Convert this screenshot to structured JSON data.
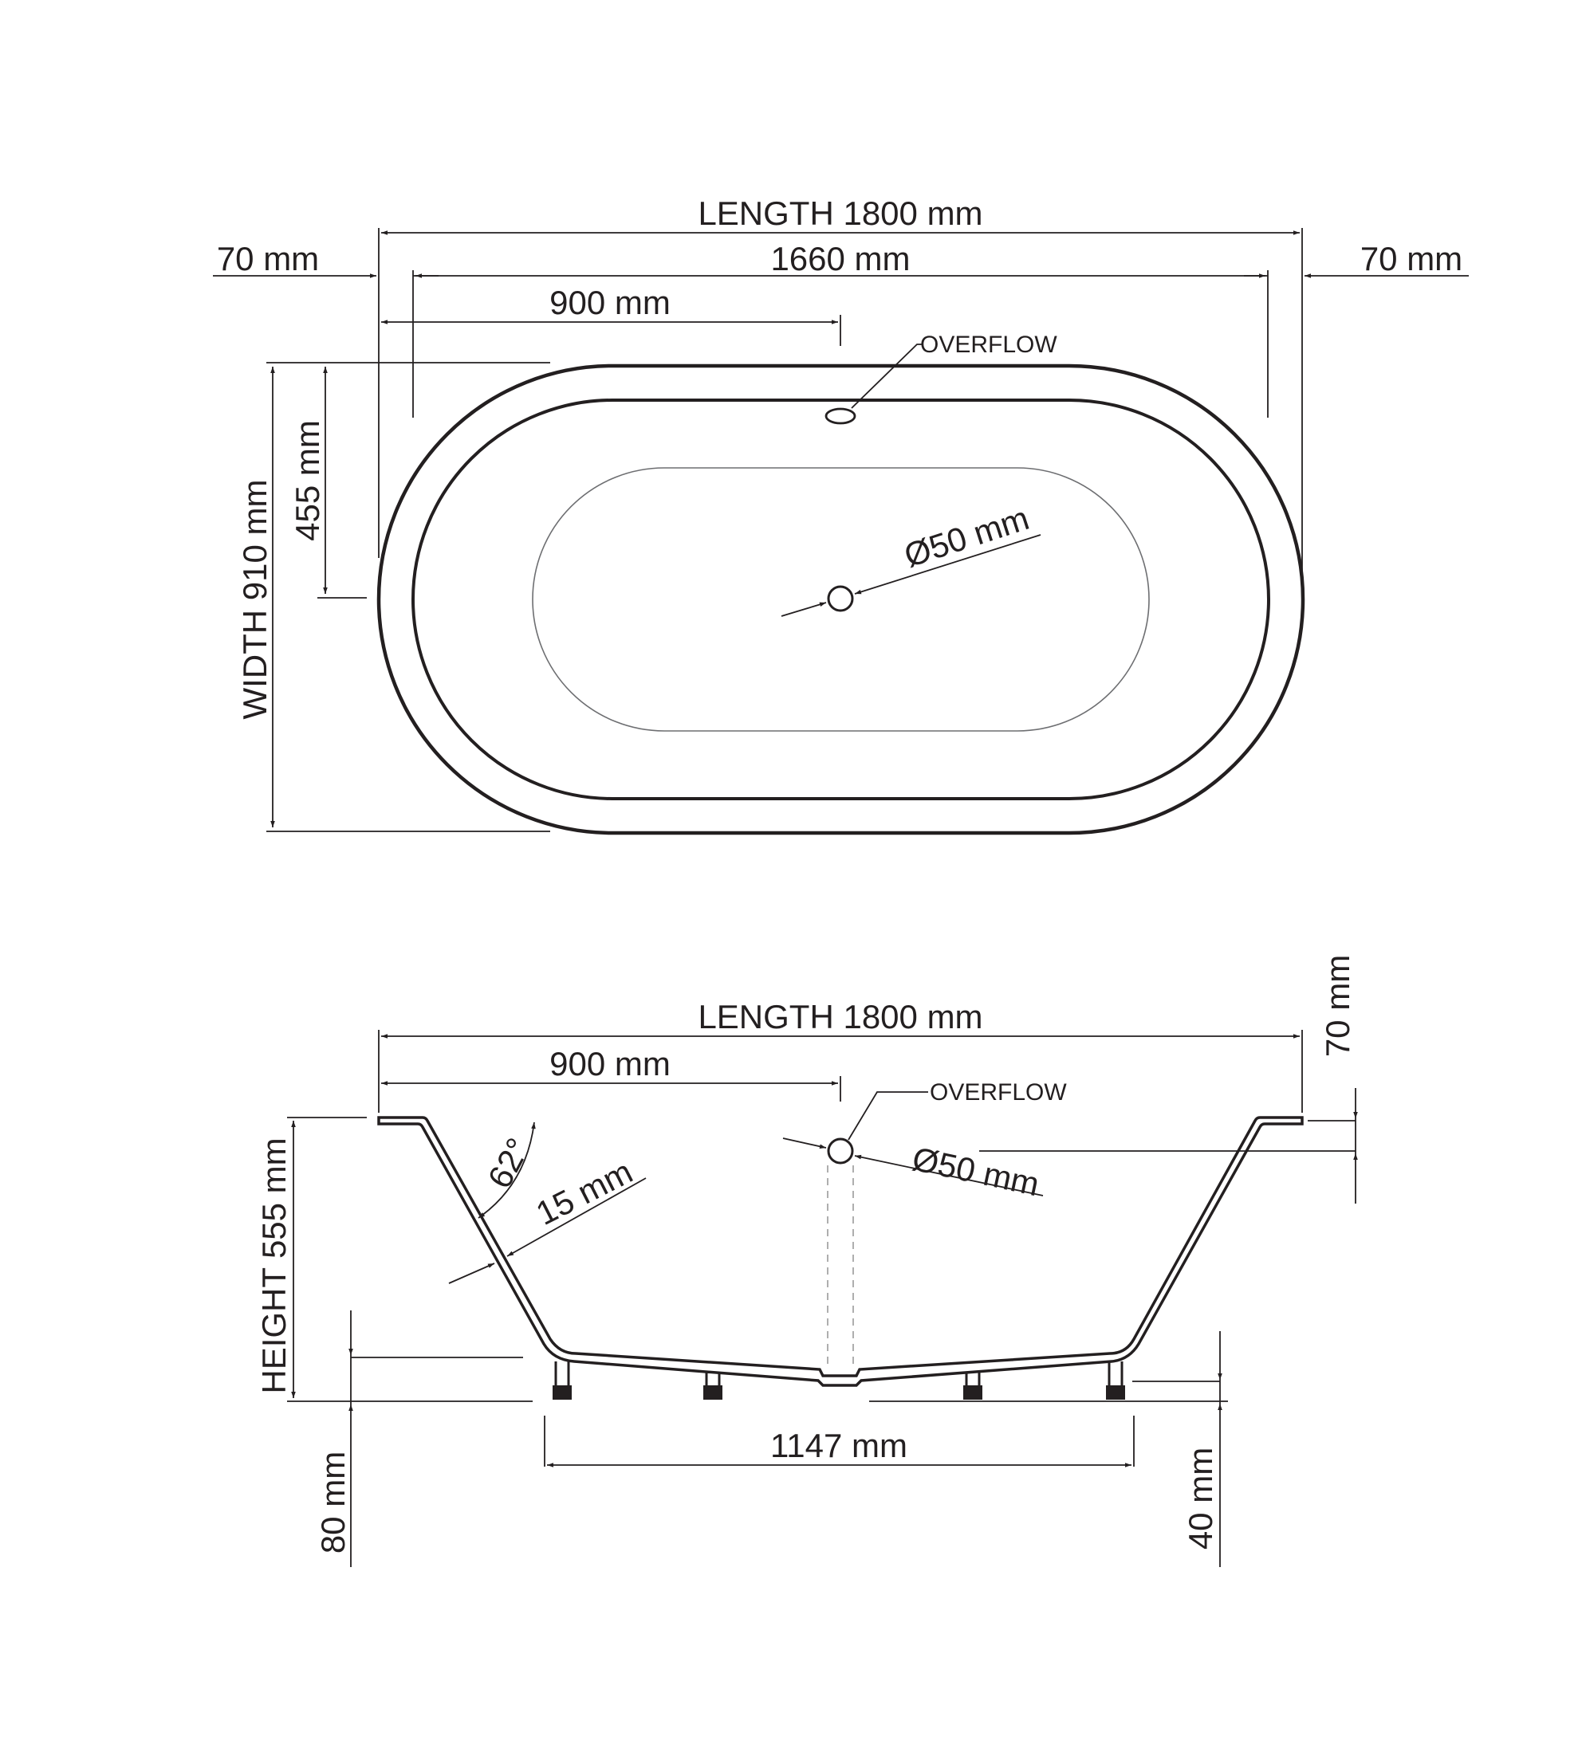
{
  "top_view": {
    "length_label": "LENGTH 1800 mm",
    "left_margin_label": "70 mm",
    "inner_length_label": "1660 mm",
    "right_margin_label": "70 mm",
    "center_offset_label": "900 mm",
    "overflow_label": "OVERFLOW",
    "drain_label": "Ø50 mm",
    "width_label": "WIDTH 910 mm",
    "half_width_label": "455 mm"
  },
  "side_view": {
    "length_label": "LENGTH 1800 mm",
    "center_offset_label": "900 mm",
    "overflow_label": "OVERFLOW",
    "overflow_diameter_label": "Ø50 mm",
    "rim_to_overflow_label": "70 mm",
    "wall_angle_label": "62°",
    "wall_thickness_label": "15 mm",
    "height_label": "HEIGHT 555 mm",
    "foot_span_label": "1147 mm",
    "base_clearance_label": "80 mm",
    "foot_height_label": "40 mm"
  }
}
